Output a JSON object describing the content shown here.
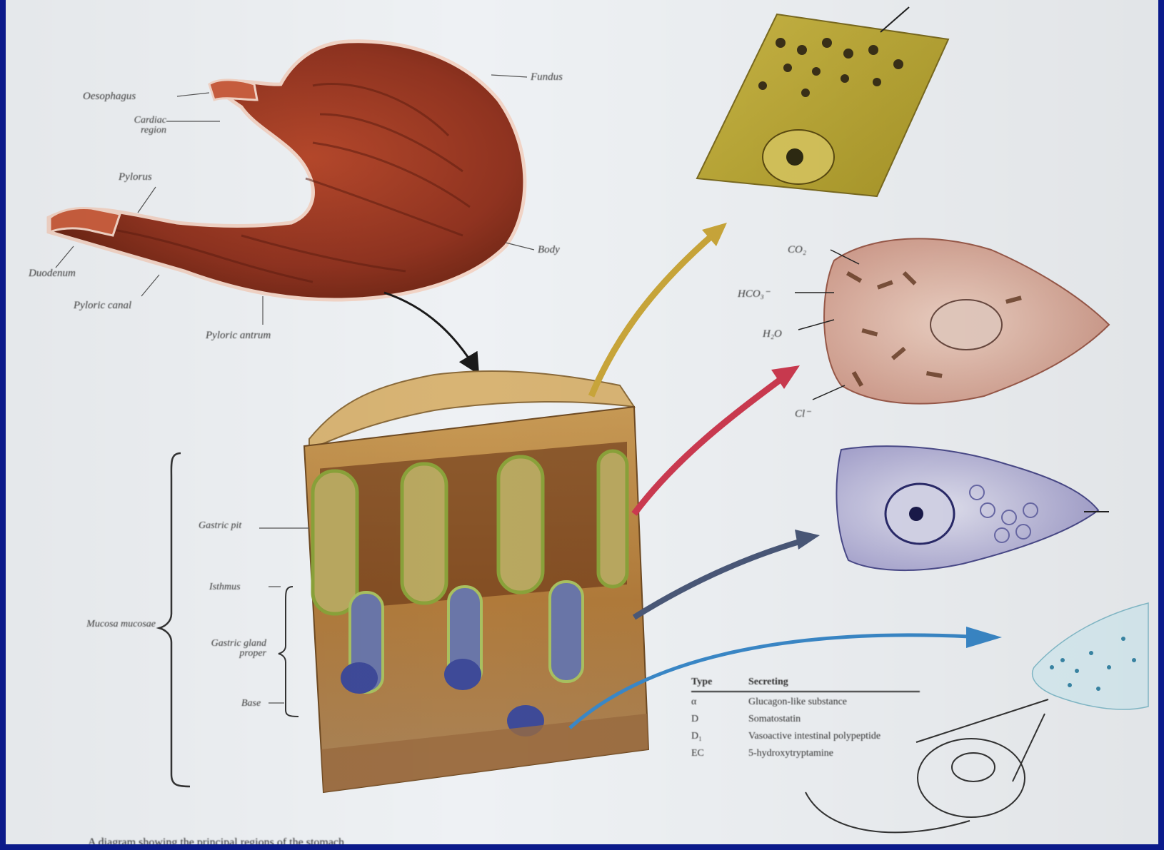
{
  "labels": {
    "oesophagus": "Oesophagus",
    "cardiac_region": "Cardiac region",
    "fundus": "Fundus",
    "pylorus": "Pylorus",
    "body": "Body",
    "duodenum": "Duodenum",
    "pyloric_canal": "Pyloric canal",
    "pyloric_antrum": "Pyloric antrum",
    "gastric_pit": "Gastric pit",
    "isthmus": "Isthmus",
    "gastric_gland_proper": "Gastric gland proper",
    "base": "Base",
    "mucosa": "Mucosa mucosae",
    "co2": "CO₂",
    "hco3": "HCO₃⁻",
    "h2o": "H₂O",
    "cl": "Cl⁻"
  },
  "table": {
    "header": [
      "Type",
      "Secreting"
    ],
    "rows": [
      [
        "α",
        "Glucagon-like substance"
      ],
      [
        "D",
        "Somatostatin"
      ],
      [
        "D₁",
        "Vasoactive intestinal polypeptide"
      ],
      [
        "EC",
        "5-hydroxytryptamine"
      ]
    ]
  },
  "caption": "A diagram showing the principal regions of the stomach",
  "colors": {
    "frame": "#0b1a8a",
    "stomach": "#9a3a22",
    "mucous_cell": "#c9b23a",
    "parietal_cell": "#d9a8a0",
    "chief_cell": "#8a84c0",
    "endocrine_cell": "#9ad0e6",
    "arrow_yellow": "#c9a63a",
    "arrow_red": "#cc3a50",
    "arrow_slate": "#4a5878",
    "arrow_blue": "#3a88c8"
  }
}
